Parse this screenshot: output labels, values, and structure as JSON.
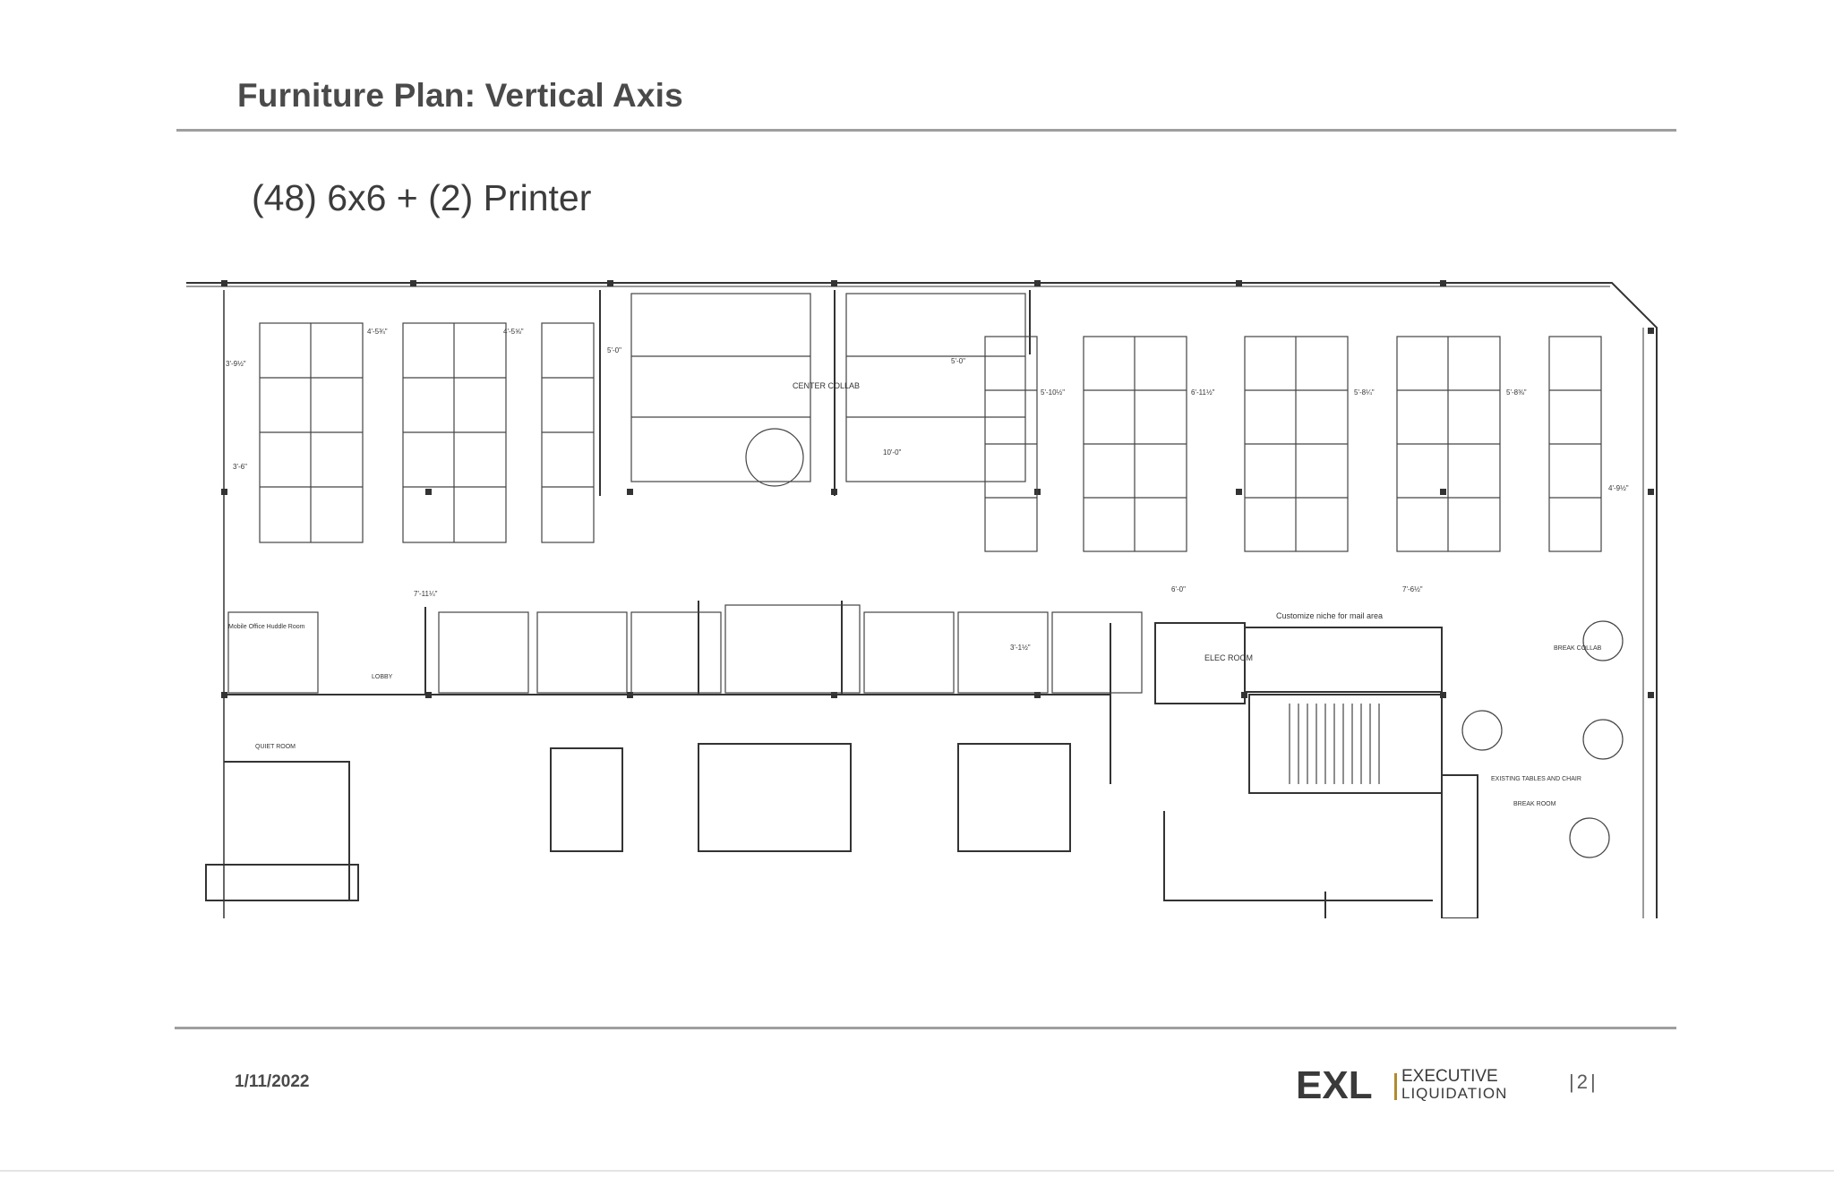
{
  "header": {
    "title": "Furniture Plan:  Vertical Axis"
  },
  "plan": {
    "heading": "(48) 6x6 + (2) Printer",
    "labels": {
      "center_collab": "CENTER COLLAB",
      "mobile_office": "Mobile Office Huddle Room",
      "lobby": "LOBBY",
      "quiet_room": "QUIET ROOM",
      "elec_room": "ELEC ROOM",
      "break_collab": "BREAK COLLAB",
      "existing_tables": "EXISTING TABLES AND CHAIR",
      "break_room": "BREAK ROOM",
      "niche": "Customize niche for mail area"
    },
    "dimensions": [
      "4'-5¾\"",
      "4'-5⅝\"",
      "3'-9½\"",
      "5'-0\"",
      "3'-6\"",
      "7'-11¼\"",
      "5'-0\"",
      "10'-0\"",
      "5'-10½\"",
      "6'-11½\"",
      "5'-8¼\"",
      "5'-8⅜\"",
      "4'-9½\"",
      "3'-1½\"",
      "6'-0\"",
      "7'-6½\""
    ]
  },
  "footer": {
    "date": "1/11/2022",
    "logo_mark": "EXL",
    "logo_line1": "EXECUTIVE",
    "logo_line2": "LIQUIDATION",
    "page": "|2|"
  },
  "colors": {
    "text": "#4a4a4a",
    "rule": "#9e9e9e",
    "logo_gold": "#b08a2e",
    "logo_dark": "#3a3a3a"
  }
}
